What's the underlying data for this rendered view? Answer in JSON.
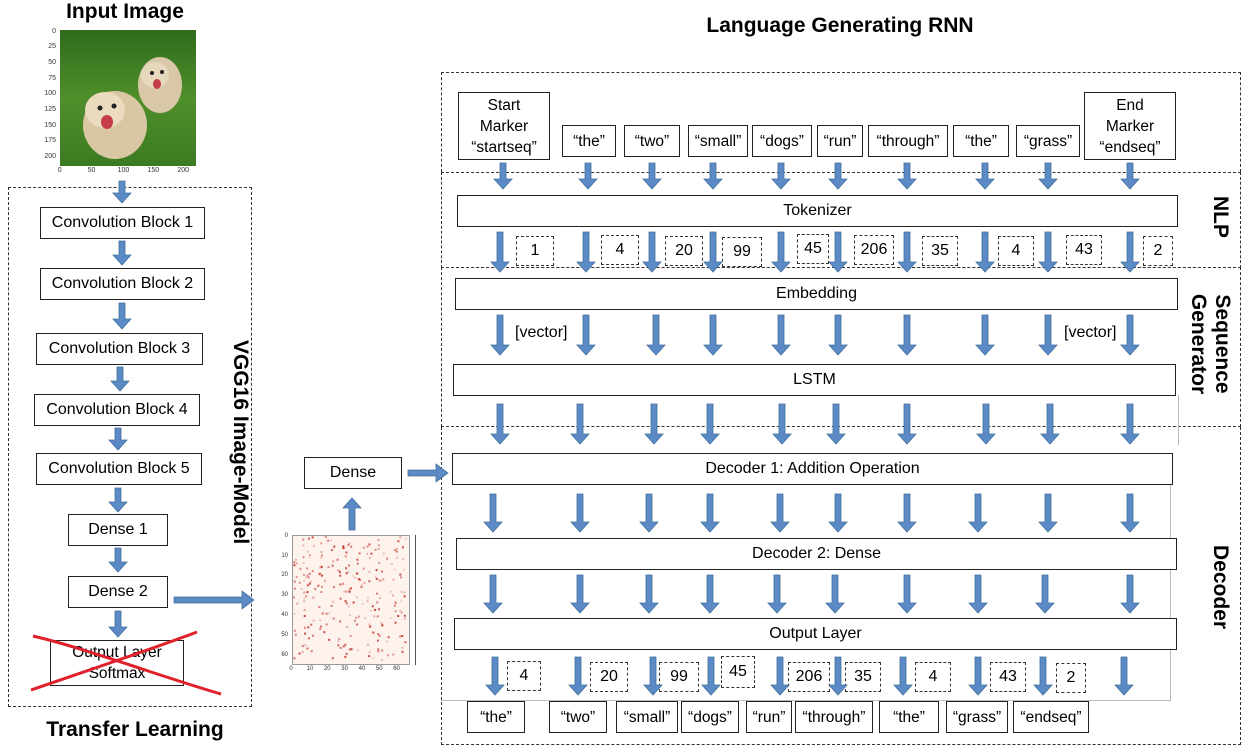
{
  "titles": {
    "input_image": "Input Image",
    "rnn": "Language Generating RNN",
    "transfer": "Transfer Learning"
  },
  "side_labels": {
    "vgg": "VGG16 Image-Model",
    "nlp": "NLP",
    "seq": "Sequence\nGenerator",
    "decoder": "Decoder"
  },
  "vgg_blocks": [
    "Convolution Block 1",
    "Convolution Block 2",
    "Convolution Block 3",
    "Convolution Block 4",
    "Convolution Block 5",
    "Dense 1",
    "Dense 2"
  ],
  "output_layer": "Output Layer\nSoftmax",
  "dense_label": "Dense",
  "input_words": [
    "Start\nMarker\n“startseq”",
    "“the”",
    "“two”",
    "“small”",
    "“dogs”",
    "“run”",
    "“through”",
    "“the”",
    "“grass”",
    "End\nMarker\n“endseq”"
  ],
  "layers": {
    "tokenizer": "Tokenizer",
    "embedding": "Embedding",
    "lstm": "LSTM",
    "decoder1": "Decoder 1: Addition Operation",
    "decoder2": "Decoder 2: Dense",
    "output": "Output Layer"
  },
  "token_ids": [
    "1",
    "4",
    "20",
    "99",
    "45",
    "206",
    "35",
    "4",
    "43",
    "2"
  ],
  "vector_labels": [
    "[vector]",
    "[vector]"
  ],
  "output_ids": [
    "4",
    "20",
    "99",
    "45",
    "206",
    "35",
    "4",
    "43",
    "2"
  ],
  "output_words": [
    "“the”",
    "“two”",
    "“small”",
    "“dogs”",
    "“run”",
    "“through”",
    "“the”",
    "“grass”",
    "“endseq”"
  ],
  "image_axis": {
    "y_ticks": [
      "0",
      "25",
      "50",
      "75",
      "100",
      "125",
      "150",
      "175",
      "200"
    ],
    "x_ticks": [
      "0",
      "50",
      "100",
      "150",
      "200"
    ]
  },
  "heatmap_axis": {
    "y_ticks": [
      "0",
      "10",
      "20",
      "30",
      "40",
      "50",
      "60"
    ],
    "x_ticks": [
      "0",
      "10",
      "20",
      "30",
      "40",
      "50",
      "60"
    ]
  },
  "colors": {
    "arrow": "#5b8ac6",
    "arrow_edge": "#41719c",
    "cross": "#e0202a",
    "heat": "#c0281e"
  }
}
